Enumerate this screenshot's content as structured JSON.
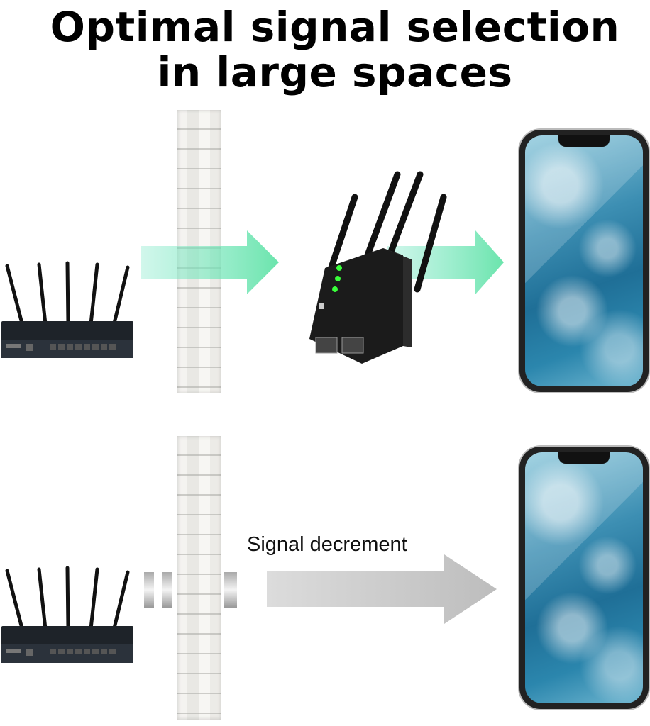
{
  "title": {
    "line1": "Optimal signal selection",
    "line2": "in large spaces"
  },
  "labels": {
    "signal_decrement": "Signal decrement"
  },
  "colors": {
    "signal_arrow": "#7de8c8",
    "decrement_arrow": "#c8c8c8",
    "led": "#39ff3a",
    "device_body": "#1b1b1b",
    "router_body": "#2a3038"
  },
  "icons": {
    "router": "router-icon",
    "repeater": "repeater-icon",
    "phone": "smartphone-icon",
    "wall": "brick-wall-icon"
  }
}
